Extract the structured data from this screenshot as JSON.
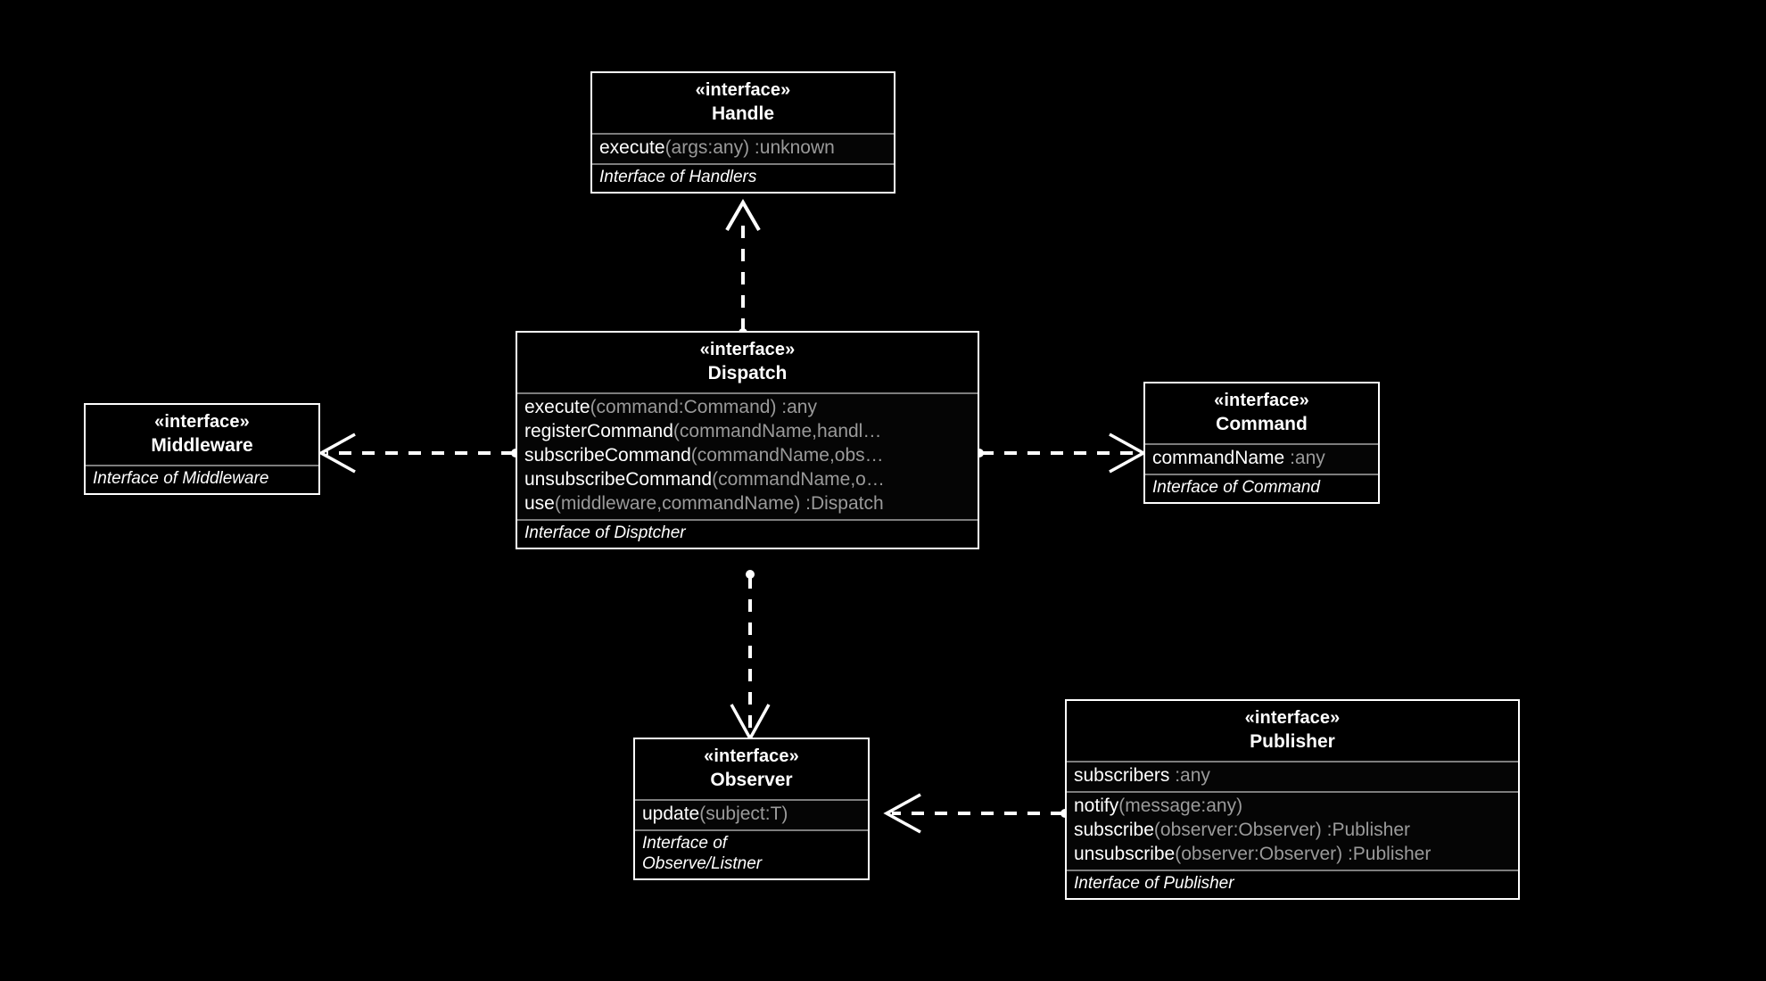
{
  "diagram": {
    "kind": "uml-class-diagram",
    "background": "#000000",
    "line_color": "#ffffff",
    "divider_color": "#7d7d7d",
    "signature_color": "#9a9a9a",
    "stereotype": "«­interface»"
  },
  "classes": {
    "handle": {
      "stereotype": "«interface»",
      "name": "Handle",
      "members": [
        {
          "name": "execute",
          "sig": "(args:any) :unknown"
        }
      ],
      "footer": [
        "Interface of Handlers"
      ]
    },
    "dispatch": {
      "stereotype": "«interface»",
      "name": "Dispatch",
      "members": [
        {
          "name": "execute",
          "sig": "(command:Command) :any"
        },
        {
          "name": "registerCommand",
          "sig": "(commandName,handl…"
        },
        {
          "name": "subscribeCommand",
          "sig": "(commandName,obs…"
        },
        {
          "name": "unsubscribeCommand",
          "sig": "(commandName,o…"
        },
        {
          "name": "use",
          "sig": "(middleware,commandName) :Dispatch"
        }
      ],
      "footer": [
        "Interface of Disptcher"
      ]
    },
    "middleware": {
      "stereotype": "«interface»",
      "name": "Middleware",
      "members": [],
      "footer": [
        "Interface of Middleware"
      ]
    },
    "command": {
      "stereotype": "«interface»",
      "name": "Command",
      "attributes": [
        {
          "name": "commandName",
          "sig": " :any"
        }
      ],
      "members": [],
      "footer": [
        "Interface of Command"
      ]
    },
    "observer": {
      "stereotype": "«interface»",
      "name": "Observer",
      "members": [
        {
          "name": "update",
          "sig": "(subject:T)"
        }
      ],
      "footer": [
        "Interface of",
        "Observe/Listner"
      ]
    },
    "publisher": {
      "stereotype": "«interface»",
      "name": "Publisher",
      "attributes": [
        {
          "name": "subscribers",
          "sig": " :any"
        }
      ],
      "members": [
        {
          "name": "notify",
          "sig": "(message:any)"
        },
        {
          "name": "subscribe",
          "sig": "(observer:Observer) :Publisher"
        },
        {
          "name": "unsubscribe",
          "sig": "(observer:Observer) :Publisher"
        }
      ],
      "footer": [
        "Interface of Publisher"
      ]
    }
  },
  "relationships": [
    {
      "id": "dispatch-handle",
      "from": "Dispatch",
      "to": "Handle",
      "type": "realization",
      "style": "dashed",
      "arrow": "hollow-triangle"
    },
    {
      "id": "dispatch-middleware",
      "from": "Dispatch",
      "to": "Middleware",
      "type": "dependency",
      "style": "dashed",
      "arrow": "open"
    },
    {
      "id": "dispatch-command",
      "from": "Dispatch",
      "to": "Command",
      "type": "dependency",
      "style": "dashed",
      "arrow": "open"
    },
    {
      "id": "dispatch-observer",
      "from": "Dispatch",
      "to": "Observer",
      "type": "dependency",
      "style": "dashed",
      "arrow": "open"
    },
    {
      "id": "publisher-observer",
      "from": "Publisher",
      "to": "Observer",
      "type": "dependency",
      "style": "dashed",
      "arrow": "open"
    }
  ]
}
